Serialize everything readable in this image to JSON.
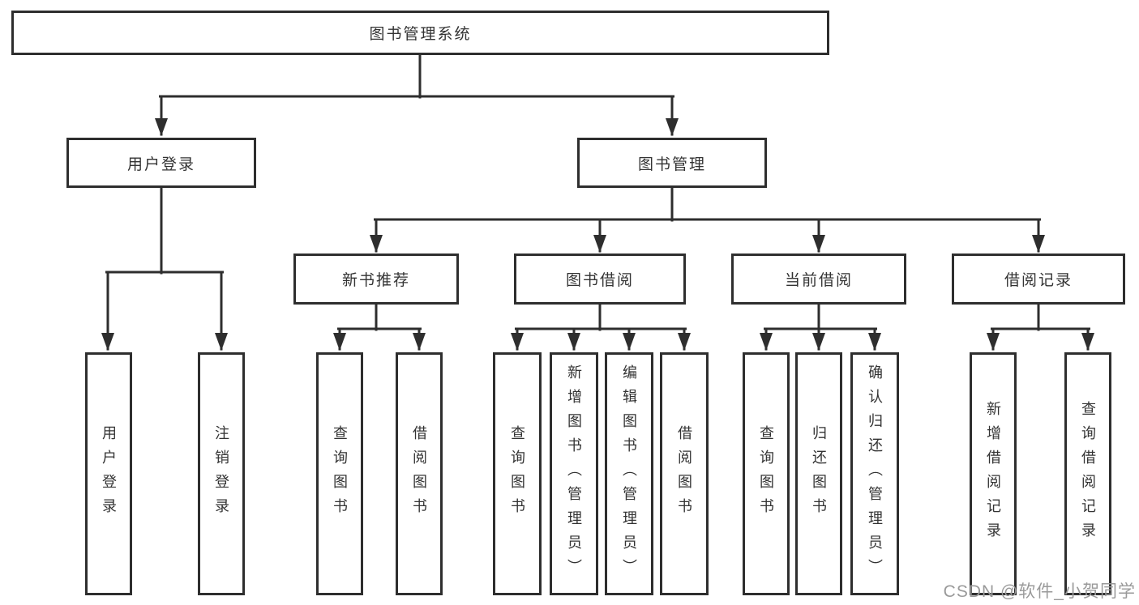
{
  "diagram": {
    "root": {
      "label": "图书管理系统"
    },
    "level2": [
      {
        "label": "用户登录"
      },
      {
        "label": "图书管理"
      }
    ],
    "level3": [
      {
        "label": "新书推荐"
      },
      {
        "label": "图书借阅"
      },
      {
        "label": "当前借阅"
      },
      {
        "label": "借阅记录"
      }
    ],
    "leaves": {
      "user_login": [
        "用户登录",
        "注销登录"
      ],
      "new_book": [
        "查询图书",
        "借阅图书"
      ],
      "book_borrow": [
        "查询图书",
        "新增图书（管理员）",
        "编辑图书（管理员）",
        "借阅图书"
      ],
      "current_borrow": [
        "查询图书",
        "归还图书",
        "确认归还（管理员）"
      ],
      "borrow_records": [
        "新增借阅记录",
        "查询借阅记录"
      ]
    }
  },
  "watermark": "CSDN @软件_小贺同学",
  "colors": {
    "line": "#2e2e2e",
    "text": "#333333",
    "watermark": "#9a9a9a",
    "background": "#ffffff"
  }
}
